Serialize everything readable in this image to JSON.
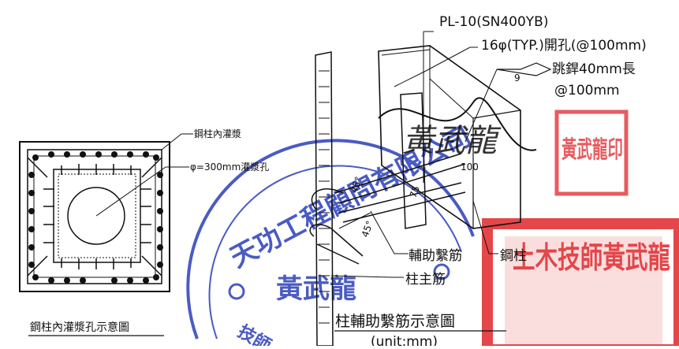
{
  "left_detail": {
    "label_grout": "鋼柱內灌漿",
    "label_hole": "φ=300mm灌漿孔",
    "title": "鋼柱內灌漿孔示意圖"
  },
  "right_detail": {
    "plate_label": "PL-10(SN400YB)",
    "hole_label": "16φ(TYP.)開孔(@100mm)",
    "weld_label": "跳銲40mm長",
    "weld_spacing": "@100mm",
    "weld_size": "9",
    "dim_100": "100",
    "dim_75": "75",
    "angle_1": "45°",
    "angle_2": "45°",
    "aux_tie_label": "輔助繫筋",
    "main_bar_label": "柱主筋",
    "steel_col_label": "鋼柱",
    "title": "柱輔助繫筋示意圖",
    "unit_label": "(unit:mm)"
  },
  "stamps": {
    "blue_seal_company": "天功工程顧問有限公司",
    "blue_seal_name": "黃武龍",
    "blue_seal_role": "技師",
    "signature": "黃武龍",
    "red_seal_small": "黃武龍印",
    "red_seal_large": "土木技師黃武龍"
  },
  "colors": {
    "ink": "#111111",
    "stamp_red": "#e0262a",
    "stamp_blue": "#2b3fb8"
  }
}
